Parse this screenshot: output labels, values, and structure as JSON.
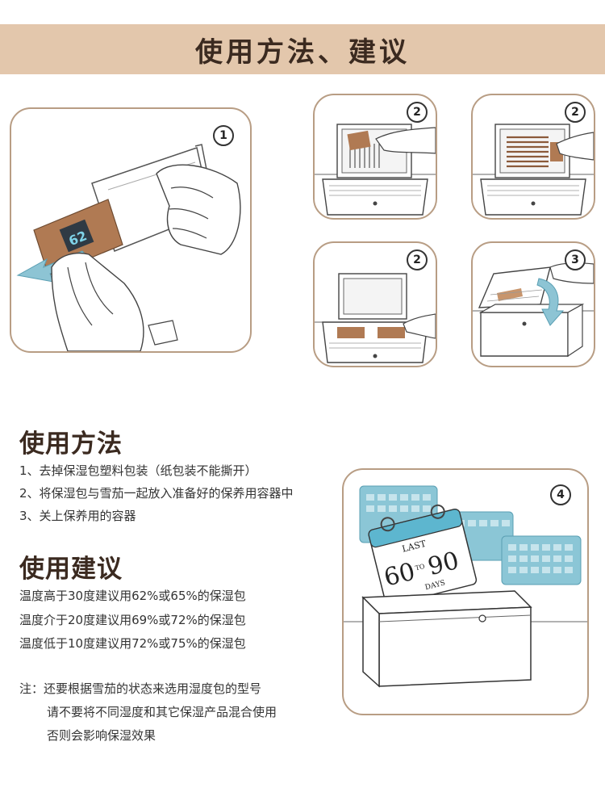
{
  "banner": {
    "title": "使用方法、建议"
  },
  "panels": {
    "p1": {
      "step": "1"
    },
    "p2a": {
      "step": "2"
    },
    "p2b": {
      "step": "2"
    },
    "p2c": {
      "step": "2"
    },
    "p3": {
      "step": "3"
    },
    "p4": {
      "step": "4"
    }
  },
  "pack": {
    "label": "62"
  },
  "calendar": {
    "last": "LAST",
    "from": "60",
    "to": "TO",
    "end": "90",
    "days": "DAYS"
  },
  "usage": {
    "heading": "使用方法",
    "steps": [
      "1、去掉保湿包塑料包装（纸包装不能撕开）",
      "2、将保湿包与雪茄一起放入准备好的保养用容器中",
      "3、关上保养用的容器"
    ]
  },
  "advice": {
    "heading": "使用建议",
    "items": [
      "温度高于30度建议用62%或65%的保湿包",
      "温度介于20度建议用69%或72%的保湿包",
      "温度低于10度建议用72%或75%的保湿包"
    ]
  },
  "notes": [
    "注：还要根据雪茄的状态来选用湿度包的型号",
    "请不要将不同湿度和其它保湿产品混合使用",
    "否则会影响保湿效果"
  ]
}
